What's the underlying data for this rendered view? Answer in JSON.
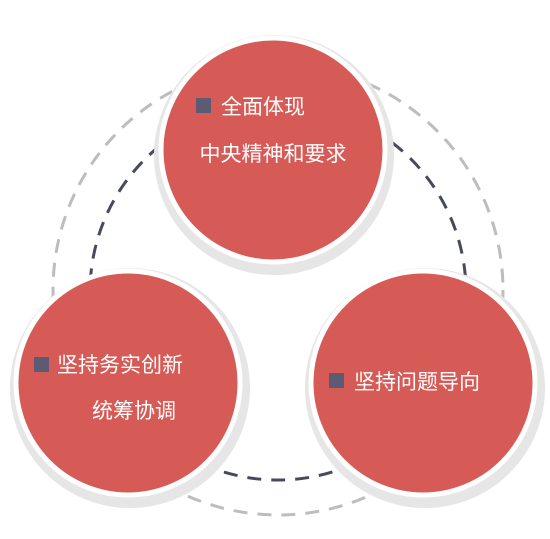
{
  "colors": {
    "circle_fill": "#d65b57",
    "circle_stroke": "#ffffff",
    "circle_shadow": "#e6e6e6",
    "bullet": "#5d5b74",
    "outer_ring": "#bdbdbd",
    "inner_ring": "#474a5e",
    "text": "#ffffff"
  },
  "nodes": [
    {
      "icon": "square-bullet-icon",
      "line1": "全面体现",
      "line2": "中央精神和要求"
    },
    {
      "icon": "square-bullet-icon",
      "line1": "坚持务实创新",
      "line2": "统筹协调"
    },
    {
      "icon": "square-bullet-icon",
      "line1": "坚持问题导向"
    }
  ]
}
